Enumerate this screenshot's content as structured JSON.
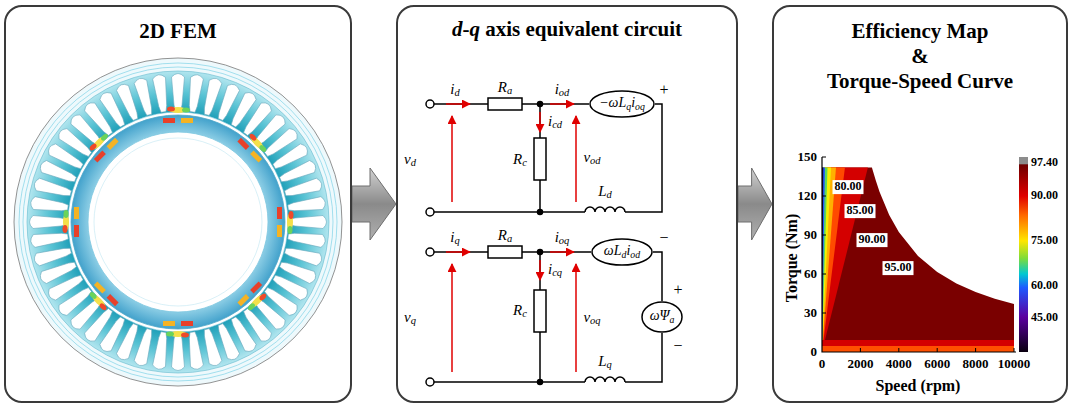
{
  "diagram": {
    "nodes": [
      {
        "text": [
          "2D FEM"
        ]
      },
      {
        "text": [
          "d-q axis equivalent circuit"
        ]
      },
      {
        "text": [
          "−ωLqioq"
        ],
        "in": 1
      },
      {
        "text": [
          "ωLdiod"
        ],
        "in": 1
      },
      {
        "text": [
          "ωΨa"
        ],
        "in": 1
      },
      {
        "text": [
          "Efficiency Map & Torque-Speed Curve"
        ]
      }
    ],
    "edges": [
      {
        "from": 0,
        "to": 1,
        "arrow": "to"
      },
      {
        "from": 1,
        "to": 5,
        "arrow": "to"
      }
    ],
    "labels": [
      "id",
      "Ra",
      "iod",
      "+",
      "vd",
      "icd",
      "Rc",
      "vod",
      "Ld",
      "iq",
      "Ra",
      "ioq",
      "−",
      "vq",
      "icq",
      "Rc",
      "voq",
      "Lq",
      "+",
      "−",
      "150",
      "120",
      "90",
      "60",
      "30",
      "0",
      "Torque (Nm)",
      "0",
      "2000",
      "4000",
      "6000",
      "8000",
      "10000",
      "Speed (rpm)",
      "80.00",
      "85.00",
      "90.00",
      "95.00",
      "97.40",
      "90.00",
      "75.00",
      "60.00",
      "45.00"
    ]
  }
}
